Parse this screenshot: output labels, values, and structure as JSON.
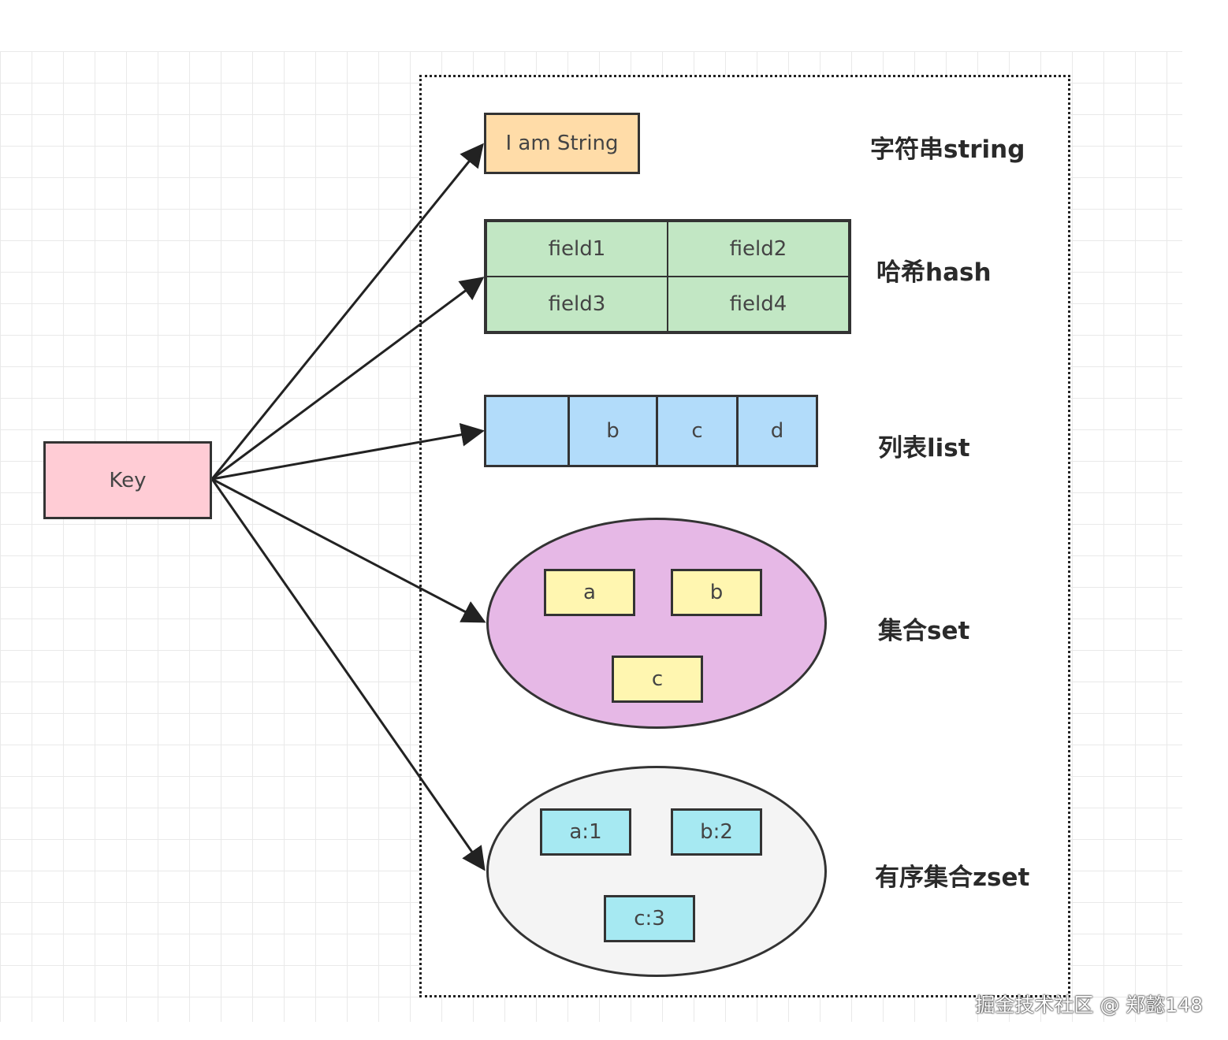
{
  "key": {
    "label": "Key"
  },
  "string": {
    "value": "I am String",
    "label": "字符串string"
  },
  "hash": {
    "fields": [
      "field1",
      "field2",
      "field3",
      "field4"
    ],
    "label": "哈希hash"
  },
  "list": {
    "items": [
      "",
      "b",
      "c",
      "d"
    ],
    "label": "列表list"
  },
  "set": {
    "members": [
      "a",
      "b",
      "c"
    ],
    "label": "集合set"
  },
  "zset": {
    "members": [
      "a:1",
      "b:2",
      "c:3"
    ],
    "label": "有序集合zset"
  },
  "watermark": "掘金技术社区 @ 郑懿148",
  "colors": {
    "key": "#ffccd5",
    "string": "#ffdca8",
    "hash": "#c2e7c4",
    "list": "#b2dcfa",
    "set_ellipse": "#e6b8e6",
    "set_member": "#fff6b0",
    "zset_ellipse": "#f4f4f4",
    "zset_member": "#a6e9f2"
  }
}
